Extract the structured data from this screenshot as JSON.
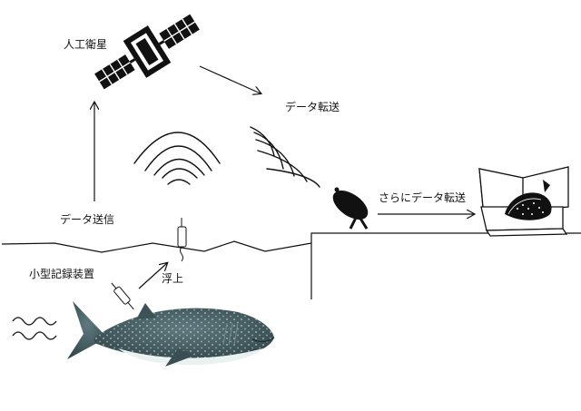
{
  "labels": {
    "satellite": "人工衛星",
    "data_transfer": "データ転送",
    "data_transmit": "データ送信",
    "float_up": "浮上",
    "small_logger": "小型記録装置",
    "further_transfer": "さらにデータ転送"
  },
  "icons": {
    "satellite": "satellite-icon",
    "antenna": "satellite-dish-icon",
    "logger": "data-logger-icon",
    "shark": "whale-shark-icon",
    "computer": "computer-icon",
    "waves": "wave-icon"
  }
}
